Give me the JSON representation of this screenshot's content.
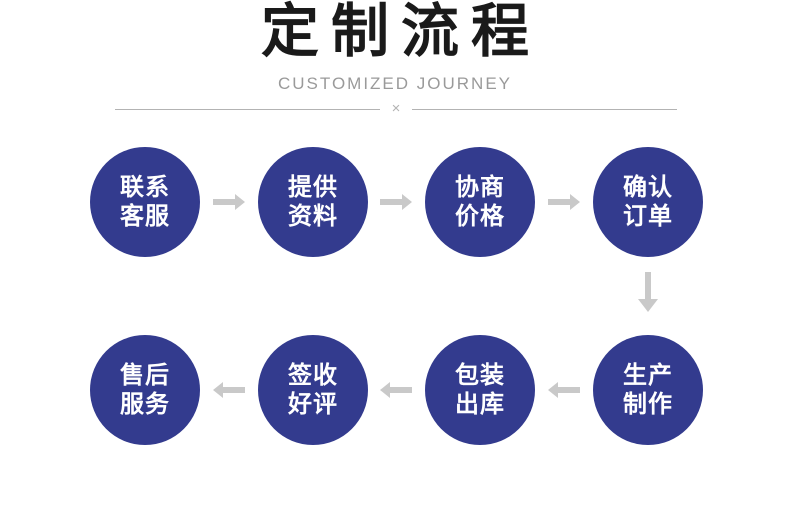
{
  "header": {
    "title": "定制流程",
    "subtitle": "CUSTOMIZED JOURNEY",
    "divider_mark": "×"
  },
  "flow": {
    "row1": [
      {
        "line1": "联系",
        "line2": "客服"
      },
      {
        "line1": "提供",
        "line2": "资料"
      },
      {
        "line1": "协商",
        "line2": "价格"
      },
      {
        "line1": "确认",
        "line2": "订单"
      }
    ],
    "row2": [
      {
        "line1": "售后",
        "line2": "服务"
      },
      {
        "line1": "签收",
        "line2": "好评"
      },
      {
        "line1": "包装",
        "line2": "出库"
      },
      {
        "line1": "生产",
        "line2": "制作"
      }
    ]
  },
  "colors": {
    "circle-bg": "#333b8e",
    "circle-text": "#ffffff",
    "arrow": "#c9c9c9",
    "title-text": "#1a1a1a",
    "subtitle-text": "#9a9a9a",
    "divider-line": "#b3b3b3"
  }
}
